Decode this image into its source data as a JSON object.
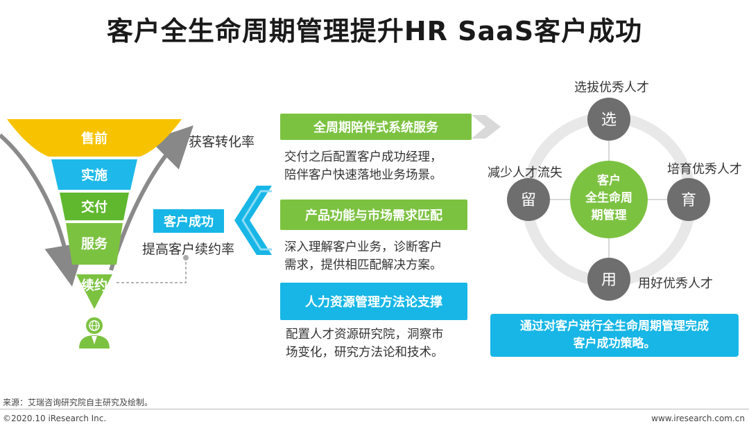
{
  "title": "客户全生命周期管理提升HR SaaS客户成功",
  "funnel": {
    "stages": [
      "售前",
      "实施",
      "交付",
      "服务",
      "续约"
    ],
    "colors": {
      "stage1": "#f7c300",
      "stage2": "#1eb9ea",
      "stage3": "#5fb82e",
      "stage4": "#7cc241",
      "stage5": "#7cc241",
      "user": "#7cc241"
    },
    "top_label": "获客转化率",
    "bottom_label": "提高客户续约率",
    "success_label": "客户成功"
  },
  "middle": {
    "items": [
      {
        "heading": "全周期陪伴式系统服务",
        "lines": [
          "交付之后配置客户成功经理，",
          "陪伴客户快速落地业务场景。"
        ]
      },
      {
        "heading": "产品功能与市场需求匹配",
        "lines": [
          "深入理解客户业务，诊断客户",
          "需求，提供相匹配解决方案。"
        ]
      },
      {
        "heading": "人力资源管理方法论支撑",
        "lines": [
          "配置人才资源研究院，洞察市",
          "场变化，研究方法论和技术。"
        ]
      }
    ],
    "colors": {
      "green": "#7cc241",
      "blue": "#17b6e6"
    }
  },
  "cycle": {
    "center": [
      "客户",
      "全生命周",
      "期管理"
    ],
    "nodes": {
      "top": {
        "char": "选",
        "label": "选拔优秀人才"
      },
      "right": {
        "char": "育",
        "label": "培育优秀人才"
      },
      "bottom": {
        "char": "用",
        "label": "用好优秀人才"
      },
      "left": {
        "char": "留",
        "label": "减少人才流失"
      }
    },
    "colors": {
      "node": "#6e6e6e",
      "center": "#7cc241",
      "ring": "#e8e8e8"
    }
  },
  "conclusion": [
    "通过对客户进行全生命周期管理完成",
    "客户成功策略。"
  ],
  "source": "来源：艾瑞咨询研究院自主研究及绘制。",
  "footer": {
    "copyright": "©2020.10 iResearch Inc.",
    "website": "www.iresearch.com.cn"
  }
}
